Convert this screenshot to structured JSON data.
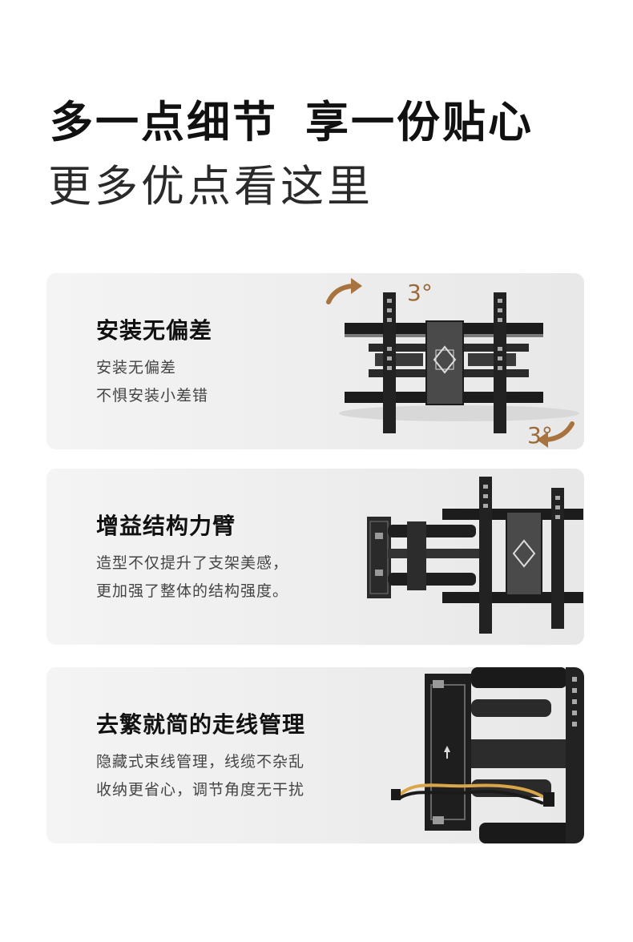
{
  "header": {
    "title_part1": "多一点细节",
    "title_part2": "享一份贴心",
    "subtitle": "更多优点看这里"
  },
  "features": [
    {
      "title": "安装无偏差",
      "line1": "安装无偏差",
      "line2": "不惧安装小差错",
      "angle_top": "3°",
      "angle_bottom": "3°"
    },
    {
      "title": "增益结构力臂",
      "line1": "造型不仅提升了支架美感，",
      "line2": "更加强了整体的结构强度。"
    },
    {
      "title": "去繁就简的走线管理",
      "line1": "隐藏式束线管理，线缆不杂乱",
      "line2": "收纳更省心，调节角度无干扰"
    }
  ],
  "colors": {
    "accent_arrow": "#a8733f",
    "card_bg": "#efefef",
    "mount_black": "#1c1c1c",
    "cable_yellow": "#d9a64a"
  }
}
